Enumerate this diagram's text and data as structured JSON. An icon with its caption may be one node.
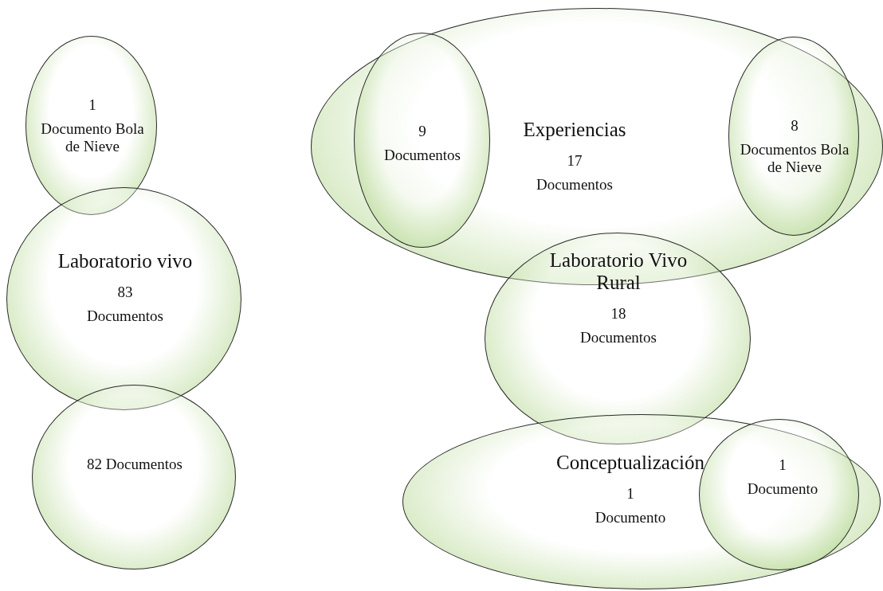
{
  "diagram": {
    "nodes": [
      {
        "text": [
          "1",
          "Documento Bola de Nieve"
        ]
      },
      {
        "text": [
          "Laboratorio vivo",
          "83",
          "Documentos"
        ]
      },
      {
        "text": [
          "82 Documentos"
        ]
      },
      {
        "text": [
          "Experiencias",
          "17",
          "Documentos"
        ]
      },
      {
        "text": [
          "9",
          "Documentos"
        ],
        "in": 3
      },
      {
        "text": [
          "8",
          "Documentos Bola de Nieve"
        ],
        "in": 3
      },
      {
        "text": [
          "Laboratorio Vivo Rural",
          "18",
          "Documentos"
        ]
      },
      {
        "text": [
          "Conceptualización",
          "1",
          "Documento"
        ]
      },
      {
        "text": [
          "1",
          "Documento"
        ],
        "in": 7
      }
    ],
    "edges": []
  }
}
